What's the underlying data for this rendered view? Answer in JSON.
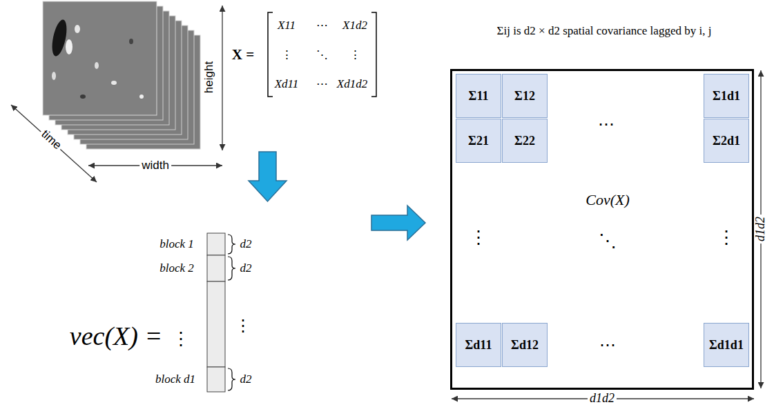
{
  "diagram": {
    "nodes": [
      {
        "text": [
          "Cov(X)"
        ]
      },
      {
        "text": [
          "Σ11"
        ],
        "in": 0
      },
      {
        "text": [
          "Σ12"
        ],
        "in": 0
      },
      {
        "text": [
          "Σ1d1"
        ],
        "in": 0
      },
      {
        "text": [
          "Σ21"
        ],
        "in": 0
      },
      {
        "text": [
          "Σ22"
        ],
        "in": 0
      },
      {
        "text": [
          "Σ2d1"
        ],
        "in": 0
      },
      {
        "text": [
          "Σd11"
        ],
        "in": 0
      },
      {
        "text": [
          "Σd12"
        ],
        "in": 0
      },
      {
        "text": [
          "Σd1d1"
        ],
        "in": 0
      }
    ],
    "labels": [
      "Σij is d2 × d2 spatial covariance lagged by i, j",
      "height",
      "width",
      "time",
      "X =",
      "X11",
      "⋯",
      "X1d2",
      "⋮",
      "⋱",
      "⋮",
      "Xd11",
      "⋯",
      "Xd1d2",
      "vec(X) =",
      "⋮",
      "block 1",
      "d2",
      "block 2",
      "d2",
      "⋮",
      "block d1",
      "d2",
      "⋯",
      "⋮",
      "⋱",
      "⋮",
      "⋯",
      "d1d2",
      "d1d2"
    ]
  }
}
